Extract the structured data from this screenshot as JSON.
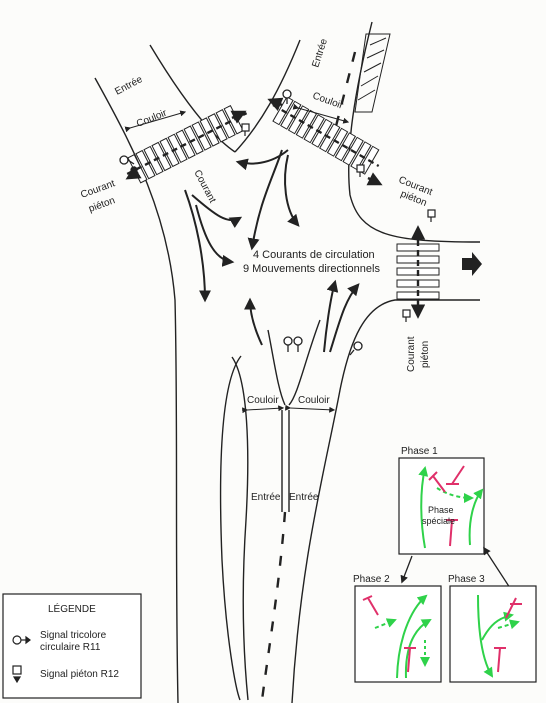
{
  "labels": {
    "entree_top_left": "Entrée",
    "couloir_top_left": "Couloir",
    "entree_top_right": "Entrée",
    "couloir_top_right": "Couloir",
    "courant_left_1": "Courant",
    "courant_left_2": "piéton",
    "courant_mid": "Courant",
    "courant_right_1": "Courant",
    "courant_right_2": "piéton",
    "courant_vert_1": "Courant",
    "courant_vert_2": "piéton",
    "center_1": "4 Courants de circulation",
    "center_2": "9 Mouvements directionnels",
    "couloir_bottom_left": "Couloir",
    "couloir_bottom_right": "Couloir",
    "entree_bottom_left": "Entrée",
    "entree_bottom_right": "Entrée"
  },
  "phases": {
    "phase1": "Phase 1",
    "phase_speciale_1": "Phase",
    "phase_speciale_2": "spéciale",
    "phase2": "Phase 2",
    "phase3": "Phase 3"
  },
  "legend": {
    "title": "LÉGENDE",
    "item1_line1": "Signal tricolore",
    "item1_line2": "circulaire R11",
    "item2": "Signal piéton R12"
  },
  "colors": {
    "ink": "#222222",
    "green": "#2fd24a",
    "magenta": "#e0306a"
  }
}
